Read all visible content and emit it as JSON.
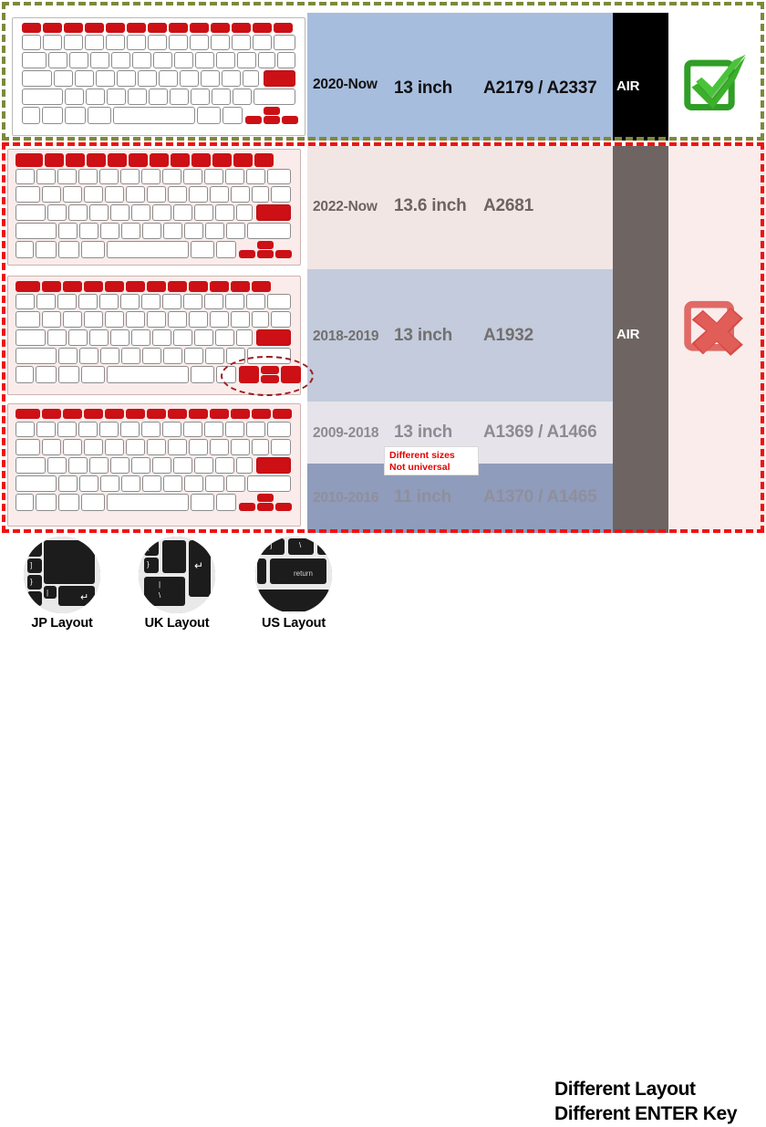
{
  "meta": {
    "title": "MacBook Keyboard Cover Compatibility Chart"
  },
  "compatible_group": {
    "border_color": "#7b8a3a",
    "mark": "green-check",
    "rows": [
      {
        "years": "2020-Now",
        "size": "13 inch",
        "model": "A2179 / A2337",
        "family": "AIR",
        "panel_color": "#a7bddd",
        "air_color": "#000000"
      }
    ]
  },
  "incompatible_group": {
    "border_color": "#f01212",
    "mark": "red-cross",
    "note": {
      "line1": "Different sizes",
      "line2": "Not universal",
      "color": "#e60000"
    },
    "rows": [
      {
        "years": "2022-Now",
        "size": "13.6 inch",
        "model": "A2681",
        "family": "",
        "panel_color": "#f2e6e4",
        "air_color": "#6e6461"
      },
      {
        "years": "2018-2019",
        "size": "13 inch",
        "model": "A1932",
        "family": "AIR",
        "panel_color": "#c3cbdd",
        "air_color": "#6e6461"
      },
      {
        "years": "2009-2018",
        "size": "13 inch",
        "model": "A1369 / A1466",
        "family": "",
        "panel_color": "#e6e4ea",
        "air_color": "#6e6461"
      },
      {
        "years": "2010-2016",
        "size": "11 inch",
        "model": "A1370 / A1465",
        "family": "",
        "panel_color": "#8f9cbb",
        "air_color": "#6e6461"
      }
    ]
  },
  "footer": {
    "layouts": [
      {
        "label": "JP Layout",
        "icon": "jp-enter-key-icon"
      },
      {
        "label": "UK Layout",
        "icon": "uk-enter-key-icon"
      },
      {
        "label": "US Layout",
        "icon": "us-return-key-icon",
        "keycap_text": "return"
      }
    ],
    "slogan_line1": "Different  Layout",
    "slogan_line2": "Different  ENTER Key"
  }
}
